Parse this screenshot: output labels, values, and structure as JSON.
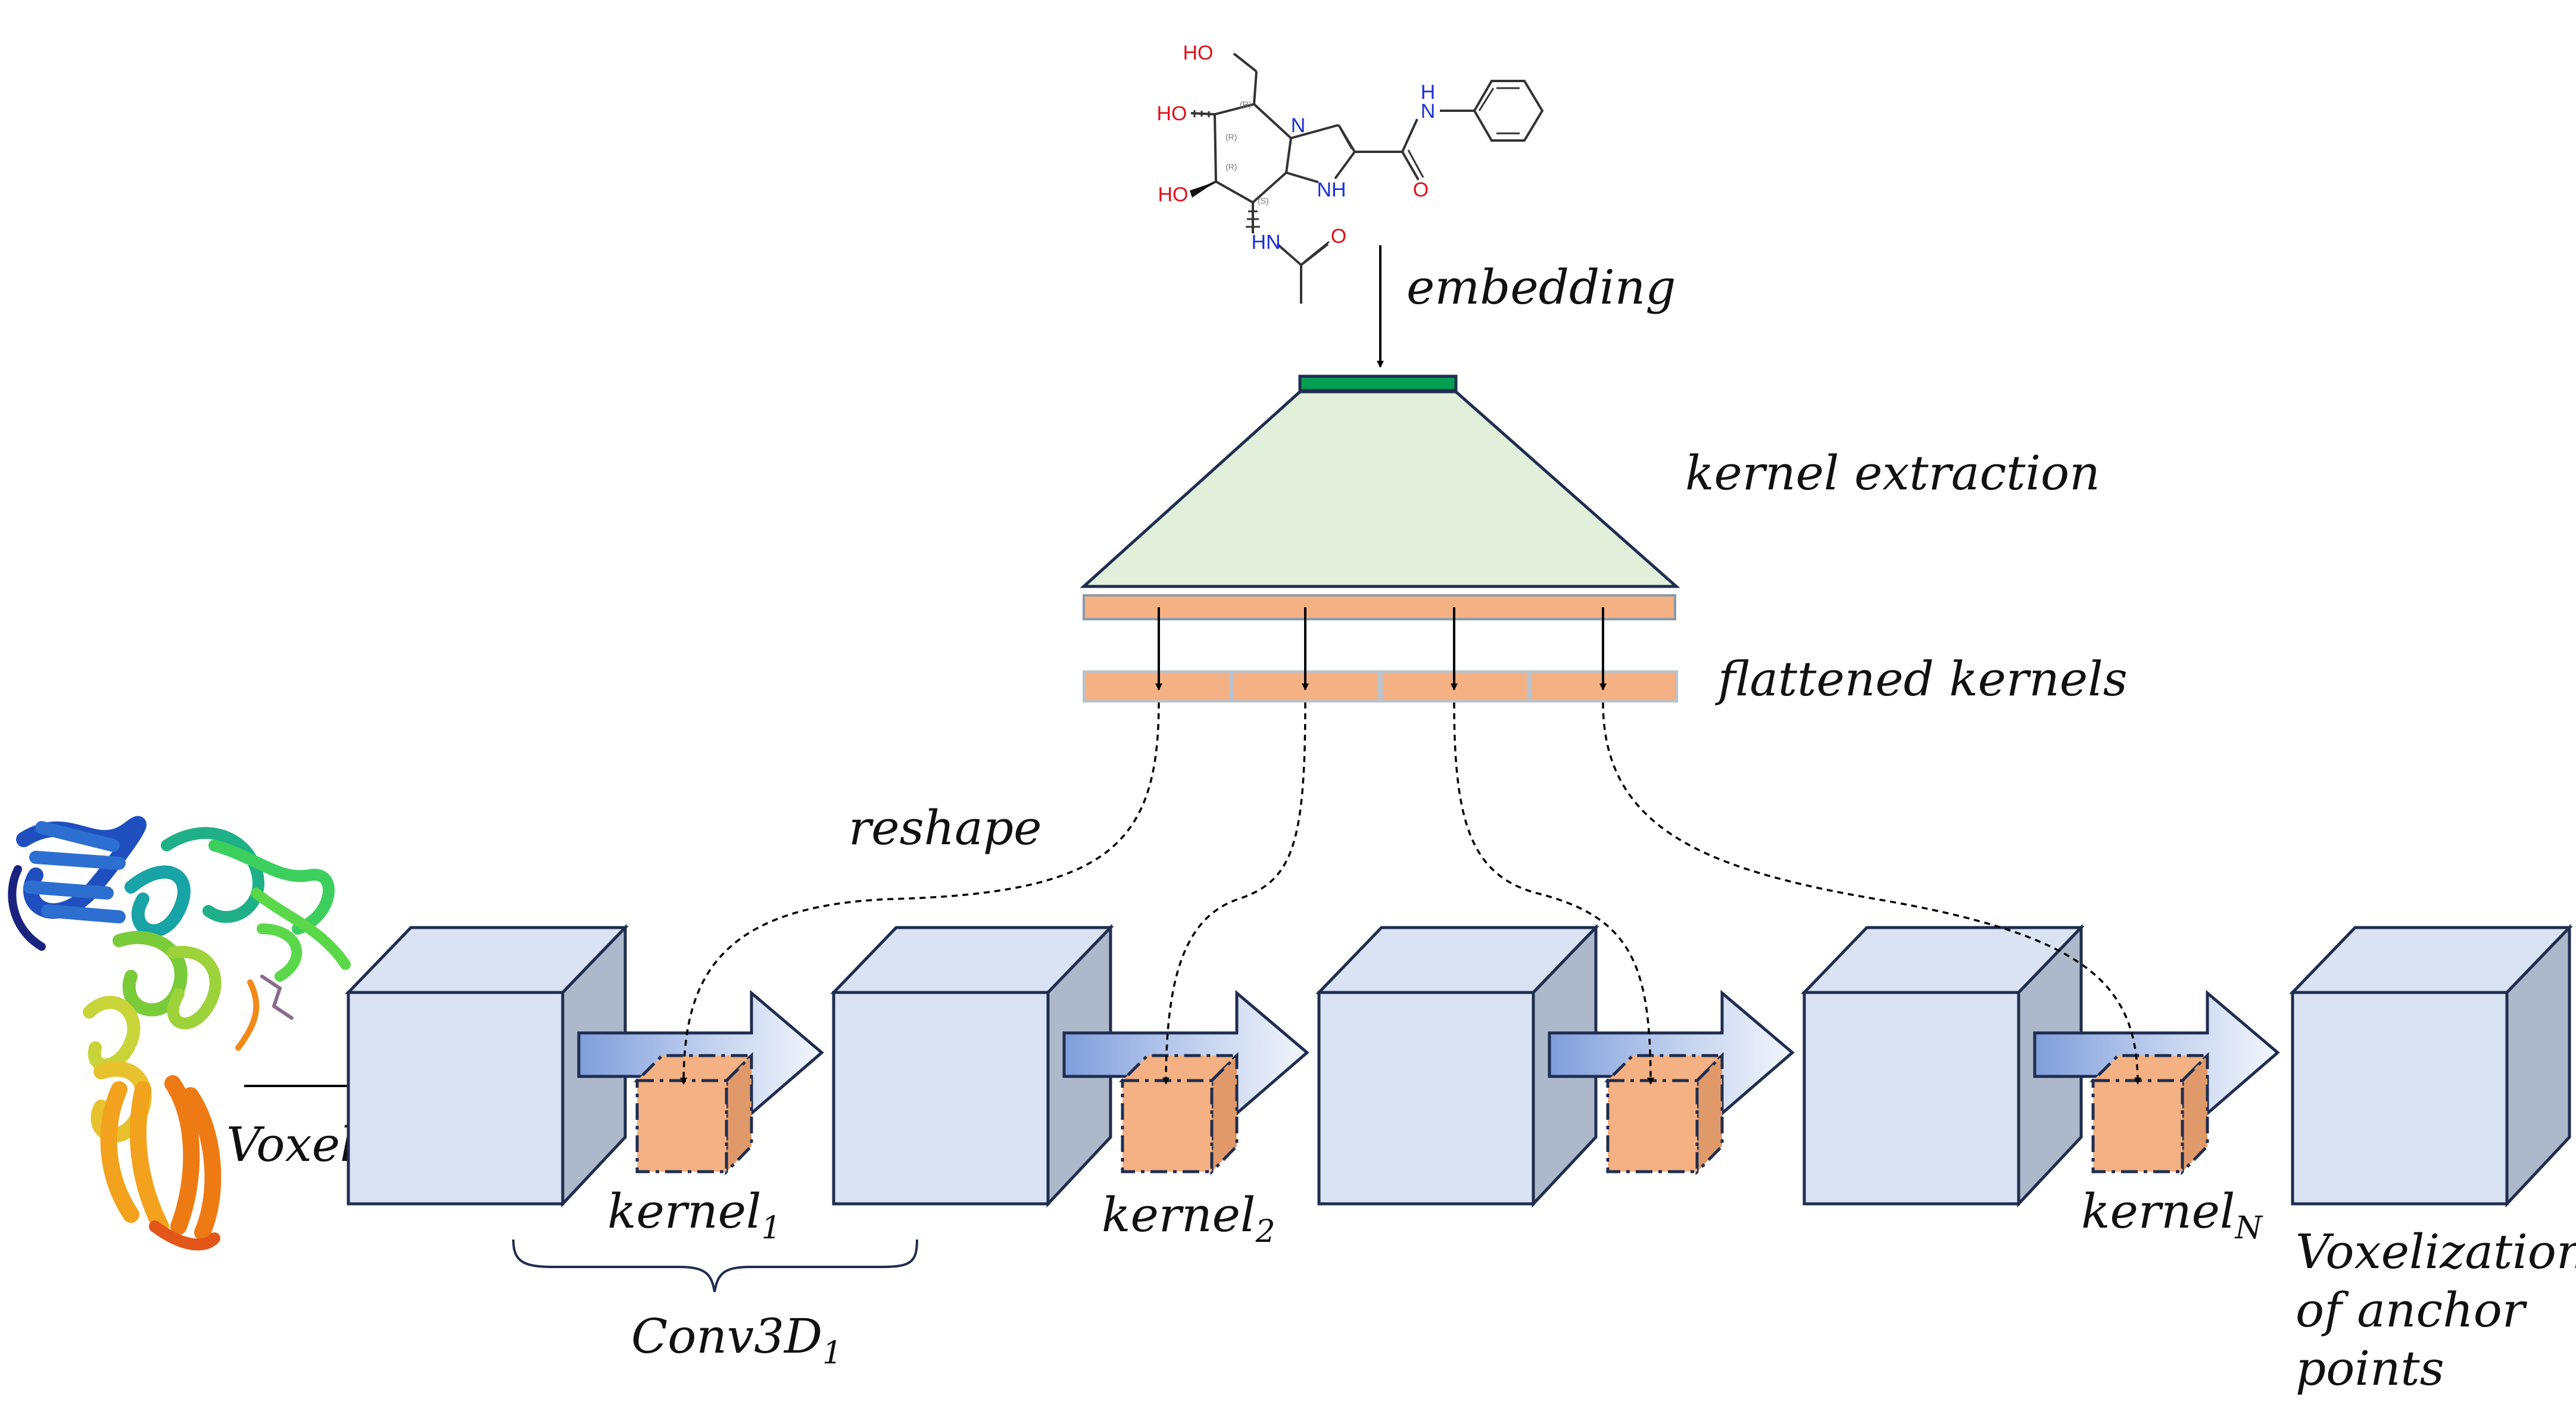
{
  "labels": {
    "embedding": "embedding",
    "kernel_extraction": "kernel extraction",
    "flattened_kernels": "flattened kernels",
    "reshape": "reshape",
    "voxelization": "Voxelization",
    "kernel_1": "kernel",
    "kernel_1_sub": "1",
    "kernel_2": "kernel",
    "kernel_2_sub": "2",
    "kernel_n": "kernel",
    "kernel_n_sub": "N",
    "conv3d": "Conv3D",
    "conv3d_sub": "1",
    "anchor_line1": "Voxelization",
    "anchor_line2": "of anchor",
    "anchor_line3": "points"
  },
  "molecule": {
    "atoms": {
      "ho_top": "HO",
      "ho_mid": "HO",
      "ho_bot": "HO",
      "n_plus": "N",
      "nh_ring": "NH",
      "nh_amide": "N",
      "h_amide": "H",
      "o_amide": "O",
      "nh_acetyl": "HN",
      "o_acetyl": "O"
    },
    "stereo": [
      "(R)",
      "(R)",
      "(R)",
      "(S)"
    ]
  },
  "colors": {
    "embedding_bar": "#00a050",
    "trapezoid_fill": "#e2efda",
    "kernel_fill": "#f4b183",
    "cube_front": "#dae3f3",
    "cube_side": "#adb9ca",
    "outline": "#1f2d4f",
    "arrow_start": "#8faadc",
    "arrow_end": "#eef3fb"
  }
}
